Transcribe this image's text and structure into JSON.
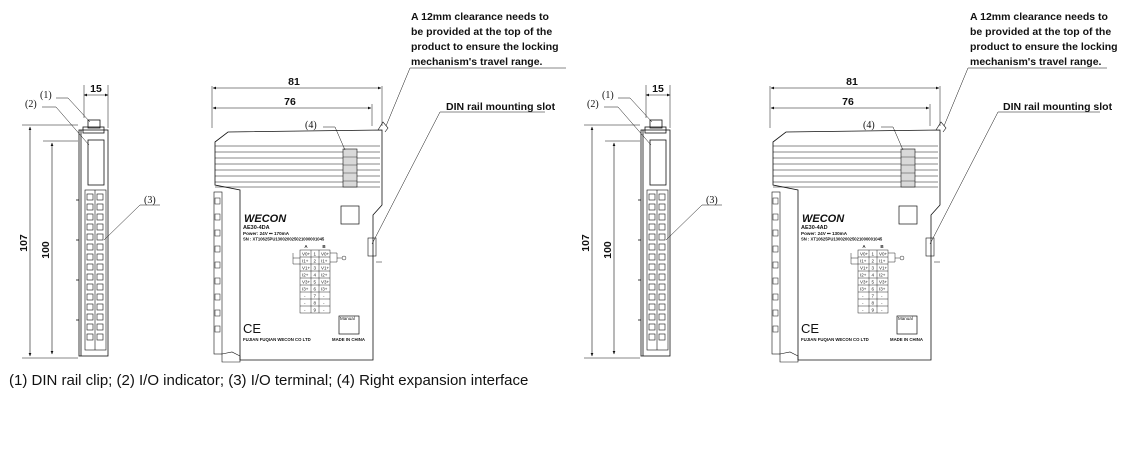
{
  "figure_caption": "(1) DIN rail clip;  (2) I/O indicator;  (3) I/O terminal;  (4) Right expansion interface",
  "clearance_note": [
    "A 12mm clearance needs to",
    "be provided at the top of the",
    "product to ensure the locking",
    "mechanism's travel range."
  ],
  "din_slot_label": "DIN rail mounting slot",
  "dimensions": {
    "side_height_outer": "107",
    "side_height_inner": "100",
    "side_width": "15",
    "front_width_outer": "81",
    "front_width_inner": "76"
  },
  "callouts": [
    "(1)",
    "(2)",
    "(3)",
    "(4)"
  ],
  "modules": [
    {
      "model": "AE30-4DA",
      "power": "Power: 24V ⎓ 170mA",
      "serial": "SN : XT10625PU130020025021000001045"
    },
    {
      "model": "AE30-4AD",
      "power": "Power: 24V ⎓ 130mA",
      "serial": "SN : XT10625PU130020025021000001045"
    }
  ],
  "brand": "WECON",
  "terminal_table": {
    "col_a": "A",
    "col_b": "B",
    "rows": [
      [
        "V0+",
        "1",
        "V0+"
      ],
      [
        "I1+",
        "2",
        "I1+"
      ],
      [
        "V1+",
        "3",
        "V1+"
      ],
      [
        "I2+",
        "4",
        "I2+"
      ],
      [
        "V3+",
        "5",
        "V3+"
      ],
      [
        "I3+",
        "6",
        "I3+"
      ],
      [
        "-",
        "7",
        "-"
      ],
      [
        "-",
        "8",
        "-"
      ],
      [
        "-",
        "9",
        "-"
      ]
    ]
  },
  "ce_mark": "CE",
  "manual_label": "Manual",
  "manufacturer": "FUJIAN FUQIAN WECON CO LTD",
  "origin": "MADE IN CHINA"
}
